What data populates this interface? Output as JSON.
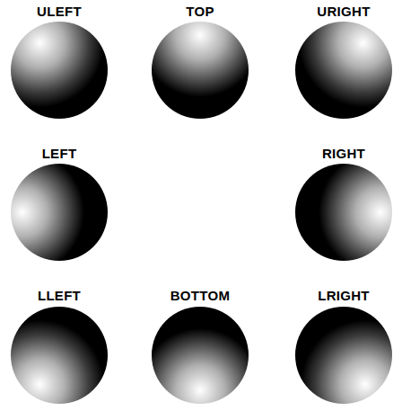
{
  "diagram": {
    "labels": [
      "ULEFT",
      "TOP",
      "URIGHT",
      "LEFT",
      "RIGHT",
      "LLEFT",
      "BOTTOM",
      "LRIGHT"
    ]
  }
}
